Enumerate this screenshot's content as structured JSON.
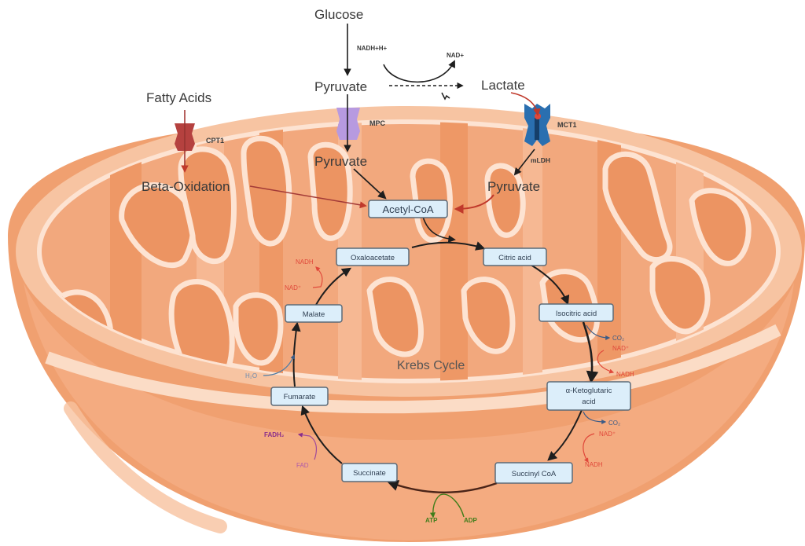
{
  "title": "Mitochondrial metabolism and Krebs Cycle",
  "colors": {
    "outer_membrane": "#f2a57a",
    "inner_fill": "#f4b08a",
    "cristae_stroke": "#fde3d2",
    "box_fill": "#dceefa",
    "nadh_red": "#e0483a",
    "fadh_purple": "#8a2e8a",
    "atp_green": "#3f7d1a",
    "co2_blue": "#3b5b86",
    "cpt1": "#b5413f",
    "mpc": "#b79ae0",
    "mct1": "#2a6fb0"
  },
  "inputs": {
    "glucose": "Glucose",
    "pyruvate_cytosol": "Pyruvate",
    "lactate": "Lactate",
    "fatty_acids": "Fatty Acids",
    "nadh_h": "NADH+H+",
    "nad_plus": "NAD+"
  },
  "transporters": {
    "cpt1": "CPT1",
    "mpc": "MPC",
    "mct1": "MCT1"
  },
  "matrix": {
    "beta_oxidation": "Beta-Oxidation",
    "pyruvate_mpc": "Pyruvate",
    "pyruvate_mct": "Pyruvate",
    "mldh": "mLDH",
    "acetyl_coa": "Acetyl-CoA"
  },
  "krebs": {
    "title": "Krebs Cycle",
    "steps": [
      {
        "id": "oxaloacetate",
        "label": "Oxaloacetate"
      },
      {
        "id": "citric",
        "label": "Citric acid"
      },
      {
        "id": "isocitric",
        "label": "Isocitric acid"
      },
      {
        "id": "akg",
        "label": "α-Ketoglutaric",
        "label2": "acid"
      },
      {
        "id": "succinylcoa",
        "label": "Succinyl CoA"
      },
      {
        "id": "succinate",
        "label": "Succinate"
      },
      {
        "id": "fumarate",
        "label": "Fumarate"
      },
      {
        "id": "malate",
        "label": "Malate"
      }
    ],
    "cofactors": {
      "iso_co2": "CO₂",
      "iso_nad": "NAD⁺",
      "iso_nadh": "NADH",
      "akg_co2": "CO₂",
      "akg_nad": "NAD⁺",
      "akg_nadh": "NADH",
      "atp": "ATP",
      "adp": "ADP",
      "fadh2": "FADH₂",
      "fad": "FAD",
      "h2o": "H₂O",
      "mal_nad": "NAD⁺",
      "mal_nadh": "NADH"
    }
  }
}
